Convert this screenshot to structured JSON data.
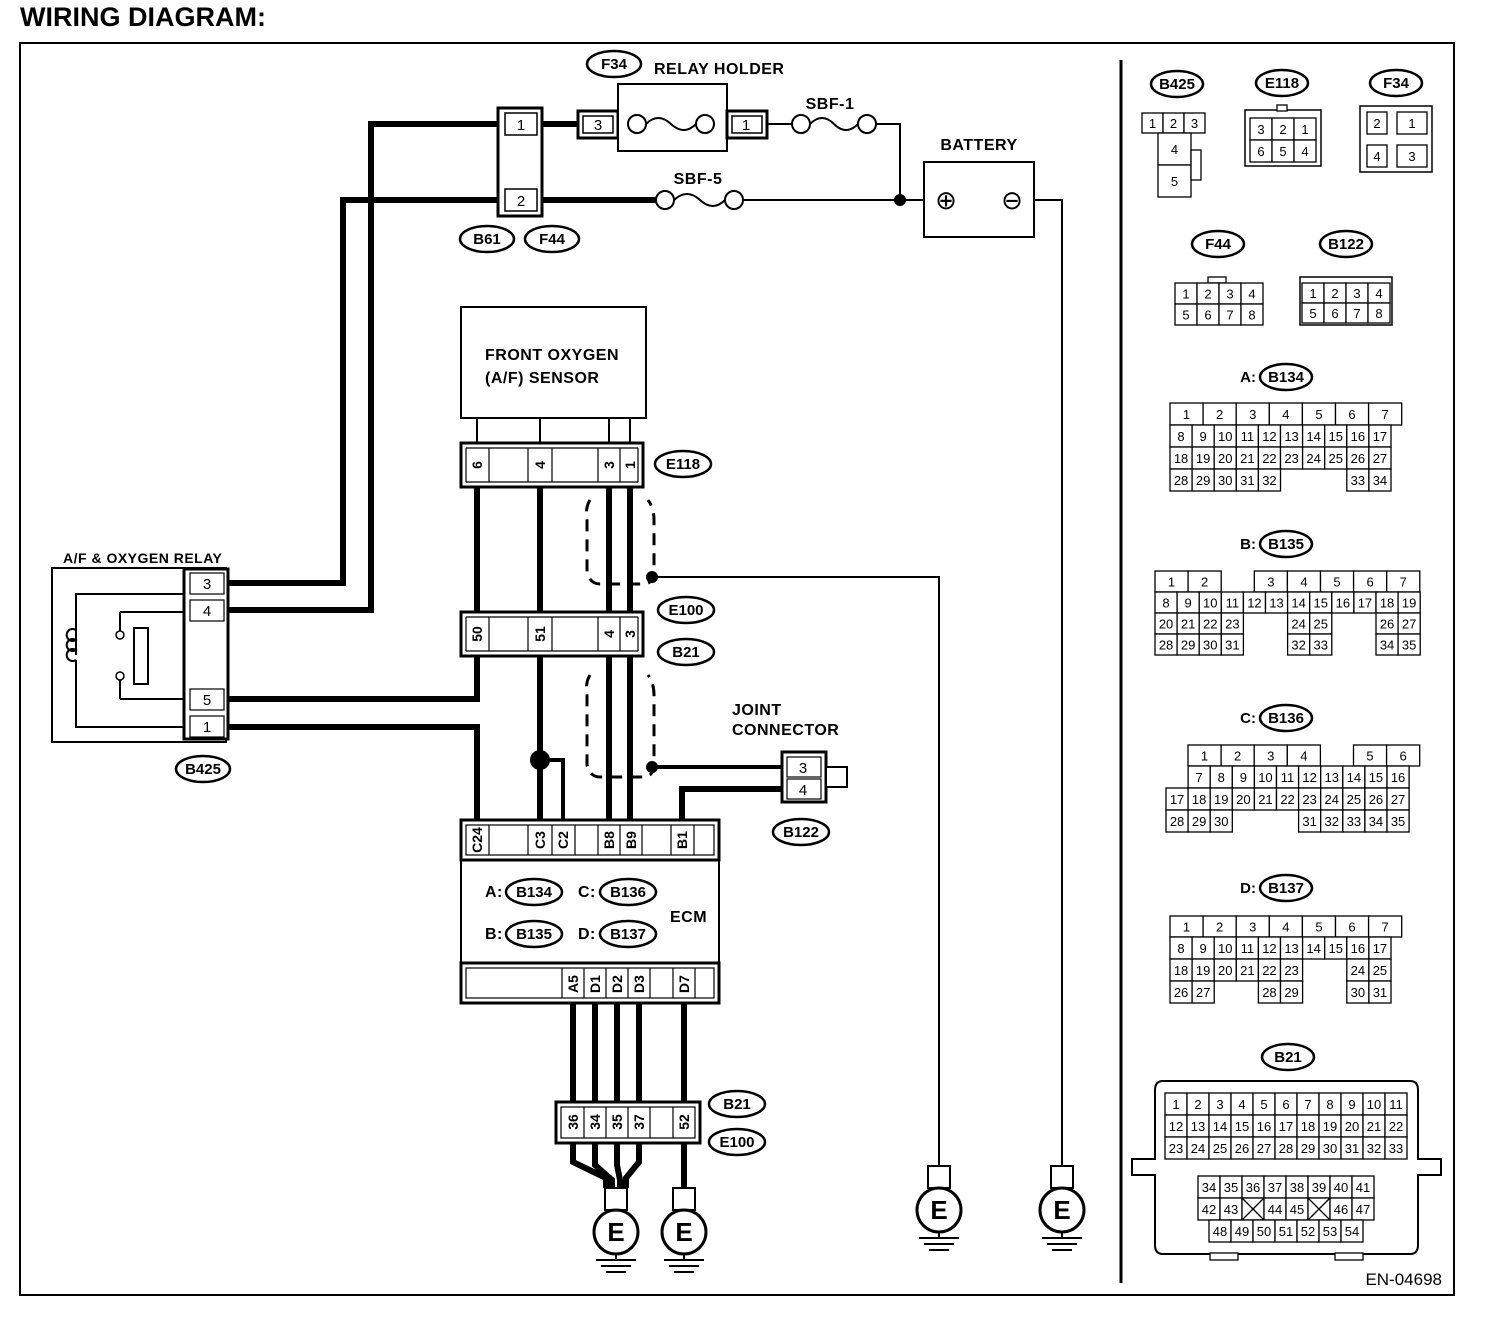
{
  "title": "WIRING DIAGRAM:",
  "footer_code": "EN-04698",
  "components": {
    "relay_holder": "RELAY HOLDER",
    "relay_holder_id": "F34",
    "battery": "BATTERY",
    "plus": "⊕",
    "minus": "⊖",
    "fuse_1": "SBF-1",
    "fuse_5": "SBF-5",
    "b61": "B61",
    "f44": "F44",
    "sensor_line1": "FRONT OXYGEN",
    "sensor_line2": "(A/F) SENSOR",
    "e118": "E118",
    "e100": "E100",
    "b21": "B21",
    "b21_bottom": "B21",
    "e100_bottom": "E100",
    "relay": "A/F & OXYGEN RELAY",
    "b425": "B425",
    "joint_line1": "JOINT",
    "joint_line2": "CONNECTOR",
    "b122": "B122",
    "ecm": "ECM",
    "ecm_a_pre": "A:",
    "ecm_a": "B134",
    "ecm_b_pre": "B:",
    "ecm_b": "B135",
    "ecm_c_pre": "C:",
    "ecm_c": "B136",
    "ecm_d_pre": "D:",
    "ecm_d": "B137",
    "ground": "E"
  },
  "pins": {
    "holder_1": "1",
    "holder_2": "2",
    "relay_3": "3",
    "relay_1": "1",
    "e118": [
      "6",
      "4",
      "3",
      "1"
    ],
    "b21": [
      "50",
      "51",
      "4",
      "3"
    ],
    "b425": [
      "3",
      "4",
      "5",
      "1"
    ],
    "b122": [
      "3",
      "4"
    ],
    "ecm_top": [
      "C24",
      "C3",
      "C2",
      "B8",
      "B9",
      "B1"
    ],
    "ecm_bottom": [
      "A5",
      "D1",
      "D2",
      "D3",
      "D7"
    ],
    "b21_bottom": [
      "36",
      "34",
      "35",
      "37",
      "52"
    ]
  },
  "connector_views": {
    "b425": {
      "id": "B425",
      "pins": [
        "1",
        "2",
        "3",
        "4",
        "5"
      ]
    },
    "e118": {
      "id": "E118",
      "pins": [
        "3",
        "2",
        "1",
        "6",
        "5",
        "4"
      ]
    },
    "f34": {
      "id": "F34",
      "pins": [
        "2",
        "1",
        "4",
        "3"
      ]
    },
    "f44": {
      "id": "F44",
      "pins": [
        "1",
        "2",
        "3",
        "4",
        "5",
        "6",
        "7",
        "8"
      ]
    },
    "b122": {
      "id": "B122",
      "pins": [
        "1",
        "2",
        "3",
        "4",
        "5",
        "6",
        "7",
        "8"
      ]
    },
    "b134": {
      "prefix": "A:",
      "id": "B134"
    },
    "b135": {
      "prefix": "B:",
      "id": "B135"
    },
    "b136": {
      "prefix": "C:",
      "id": "B136"
    },
    "b137": {
      "prefix": "D:",
      "id": "B137"
    },
    "b21": {
      "id": "B21"
    }
  }
}
